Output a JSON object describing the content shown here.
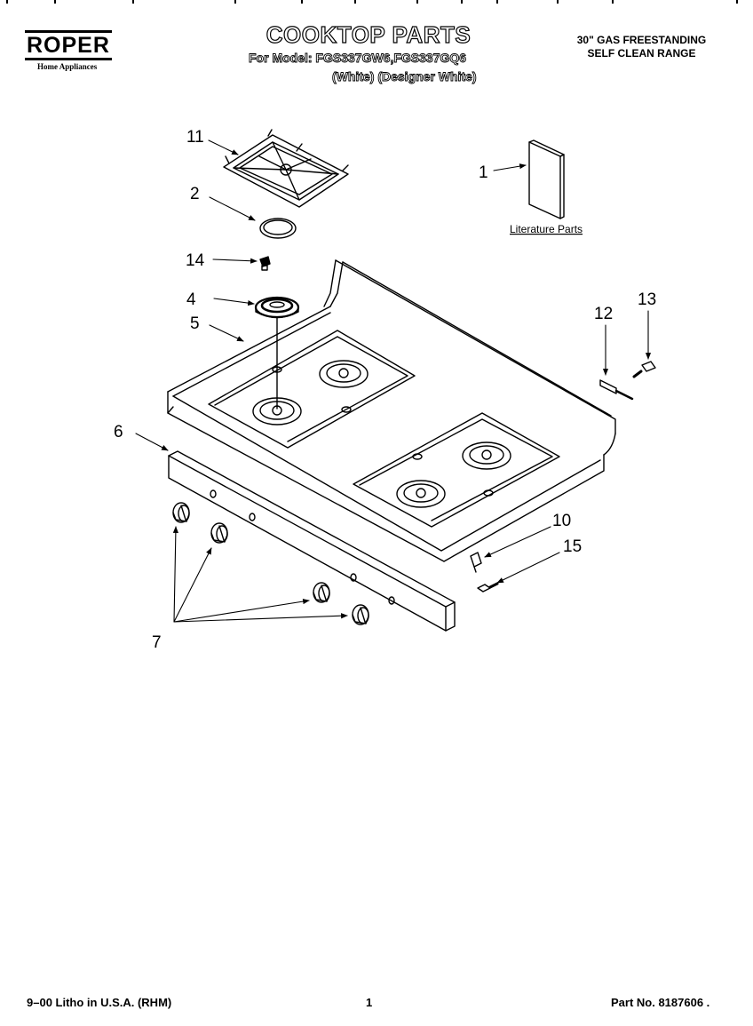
{
  "header": {
    "brand": "ROPER",
    "brand_tagline": "Home Appliances",
    "title": "COOKTOP PARTS",
    "model_line": "For Model: FGS337GW6,FGS337GQ6",
    "variant_line": "(White)  (Designer White)",
    "product_line1": "30\" GAS FREESTANDING",
    "product_line2": "SELF CLEAN RANGE"
  },
  "diagram": {
    "literature_label": "Literature Parts",
    "callouts": [
      "1",
      "2",
      "4",
      "5",
      "6",
      "7",
      "10",
      "11",
      "12",
      "13",
      "14",
      "15"
    ]
  },
  "footer": {
    "litho": "9–00 Litho in U.S.A. (RHM)",
    "page": "1",
    "part_no": "Part No. 8187606 ."
  }
}
